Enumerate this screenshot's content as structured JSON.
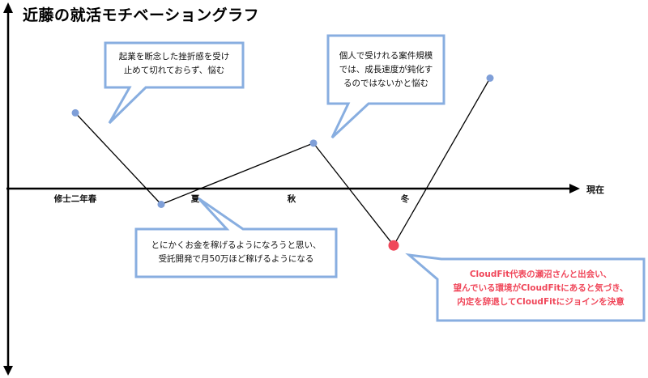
{
  "title": "近藤の就活モチベーショングラフ",
  "axis": {
    "x_label": "現在"
  },
  "ticks": [
    "修士二年春",
    "夏",
    "秋",
    "冬"
  ],
  "colors": {
    "axis": "#000000",
    "line": "#000000",
    "point": "#7f9fd8",
    "highlight_point": "#f0475a",
    "bubble_border": "#88aee0",
    "highlight_text": "#f0475a"
  },
  "chart_data": {
    "type": "line",
    "x": [
      "修士二年春",
      "夏",
      "秋",
      "冬",
      "現在"
    ],
    "values": [
      1.2,
      -0.25,
      0.72,
      -0.9,
      1.75
    ],
    "highlight_index": 3
  },
  "callouts": [
    {
      "lines": [
        "起業を断念した挫折感を受け",
        "止めて切れておらず、悩む"
      ]
    },
    {
      "lines": [
        "とにかくお金を稼げるようになろうと思い、",
        "受託開発で月50万ほど稼げるようになる"
      ]
    },
    {
      "lines": [
        "個人で受けれる案件規模",
        "では、成長速度が鈍化す",
        "るのではないかと悩む"
      ]
    },
    {
      "lines": [
        "CloudFit代表の瀬沼さんと出会い、",
        "望んでいる環境がCloudFitにあると気づき、",
        "内定を辞退してCloudFitにジョインを決意"
      ]
    }
  ]
}
